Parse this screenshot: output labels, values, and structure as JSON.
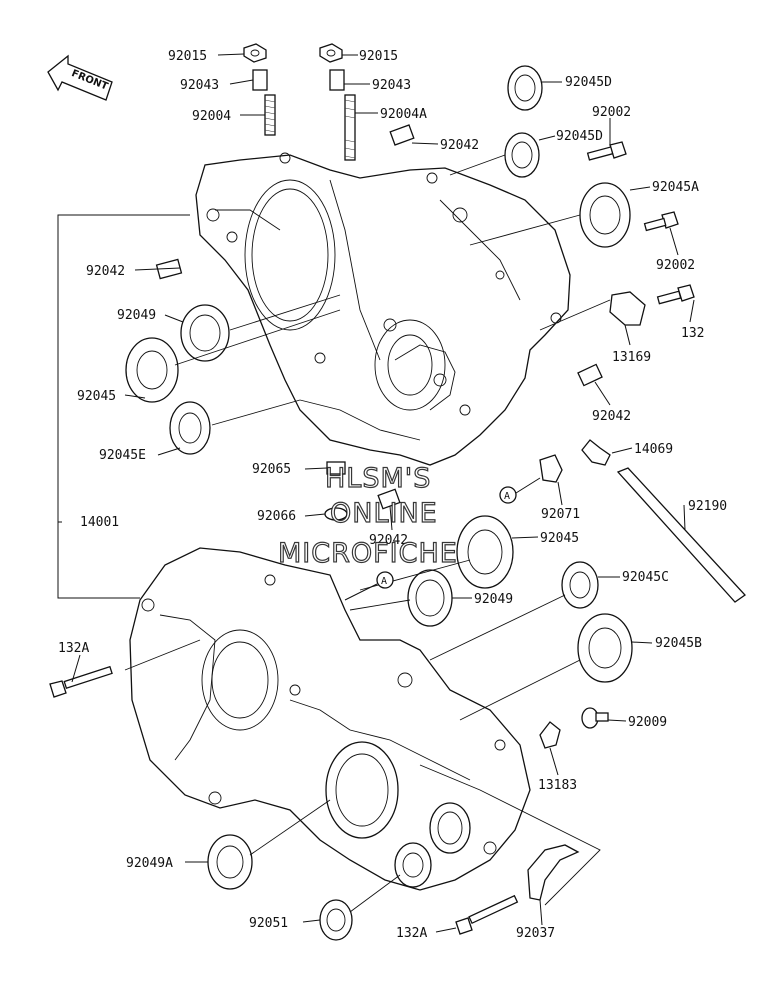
{
  "front_label": "FRONT",
  "watermark": {
    "line1": "HLSM'S",
    "line2": "ONLINE",
    "line3": "MICROFICHE"
  },
  "callouts": {
    "ref_a1": "A",
    "ref_a2": "A"
  },
  "parts": [
    {
      "id": "p1",
      "label": "92015"
    },
    {
      "id": "p2",
      "label": "92015"
    },
    {
      "id": "p3",
      "label": "92043"
    },
    {
      "id": "p4",
      "label": "92043"
    },
    {
      "id": "p5",
      "label": "92004"
    },
    {
      "id": "p6",
      "label": "92004A"
    },
    {
      "id": "p7",
      "label": "92045D"
    },
    {
      "id": "p8",
      "label": "92002"
    },
    {
      "id": "p9",
      "label": "92042"
    },
    {
      "id": "p10",
      "label": "92045D"
    },
    {
      "id": "p11",
      "label": "92045A"
    },
    {
      "id": "p12",
      "label": "92042"
    },
    {
      "id": "p13",
      "label": "92002"
    },
    {
      "id": "p14",
      "label": "92049"
    },
    {
      "id": "p15",
      "label": "132"
    },
    {
      "id": "p16",
      "label": "13169"
    },
    {
      "id": "p17",
      "label": "92045"
    },
    {
      "id": "p18",
      "label": "92042"
    },
    {
      "id": "p19",
      "label": "92045E"
    },
    {
      "id": "p20",
      "label": "14069"
    },
    {
      "id": "p21",
      "label": "92065"
    },
    {
      "id": "p22",
      "label": "92190"
    },
    {
      "id": "p23",
      "label": "92071"
    },
    {
      "id": "p24",
      "label": "92066"
    },
    {
      "id": "p25",
      "label": "14001"
    },
    {
      "id": "p26",
      "label": "92042"
    },
    {
      "id": "p27",
      "label": "92045"
    },
    {
      "id": "p28",
      "label": "92045C"
    },
    {
      "id": "p29",
      "label": "92049"
    },
    {
      "id": "p30",
      "label": "132A"
    },
    {
      "id": "p31",
      "label": "92045B"
    },
    {
      "id": "p32",
      "label": "92009"
    },
    {
      "id": "p33",
      "label": "13183"
    },
    {
      "id": "p34",
      "label": "92049A"
    },
    {
      "id": "p35",
      "label": "92051"
    },
    {
      "id": "p36",
      "label": "132A"
    },
    {
      "id": "p37",
      "label": "92037"
    }
  ]
}
